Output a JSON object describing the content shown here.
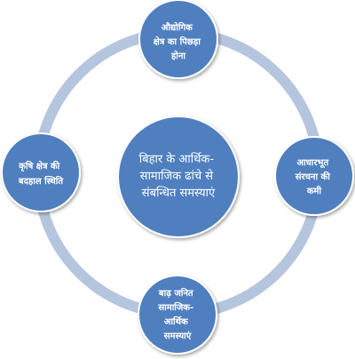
{
  "diagram": {
    "center": {
      "lines": [
        "बिहार के आर्थिक-",
        "सामाजिक ढांचे से",
        "संबन्धित समस्याएं"
      ]
    },
    "nodes": [
      {
        "id": "top",
        "lines": [
          "औद्योगिक",
          "क्षेत्र का पिछड़ा",
          "होना"
        ]
      },
      {
        "id": "right",
        "lines": [
          "आधारभूत",
          "संरचना की",
          "कमी"
        ]
      },
      {
        "id": "bottom",
        "lines": [
          "बाढ़ जनित",
          "सामाजिक-",
          "आर्थिक",
          "समस्याएं"
        ]
      },
      {
        "id": "left",
        "lines": [
          "कृषि क्षेत्र की",
          "बदहाल स्थिति"
        ]
      }
    ],
    "colors": {
      "node_fill": "#4F7FBF",
      "node_stroke": "#FFFFFF",
      "ring": "#B6C5DE",
      "text": "#FFFFFF"
    }
  }
}
